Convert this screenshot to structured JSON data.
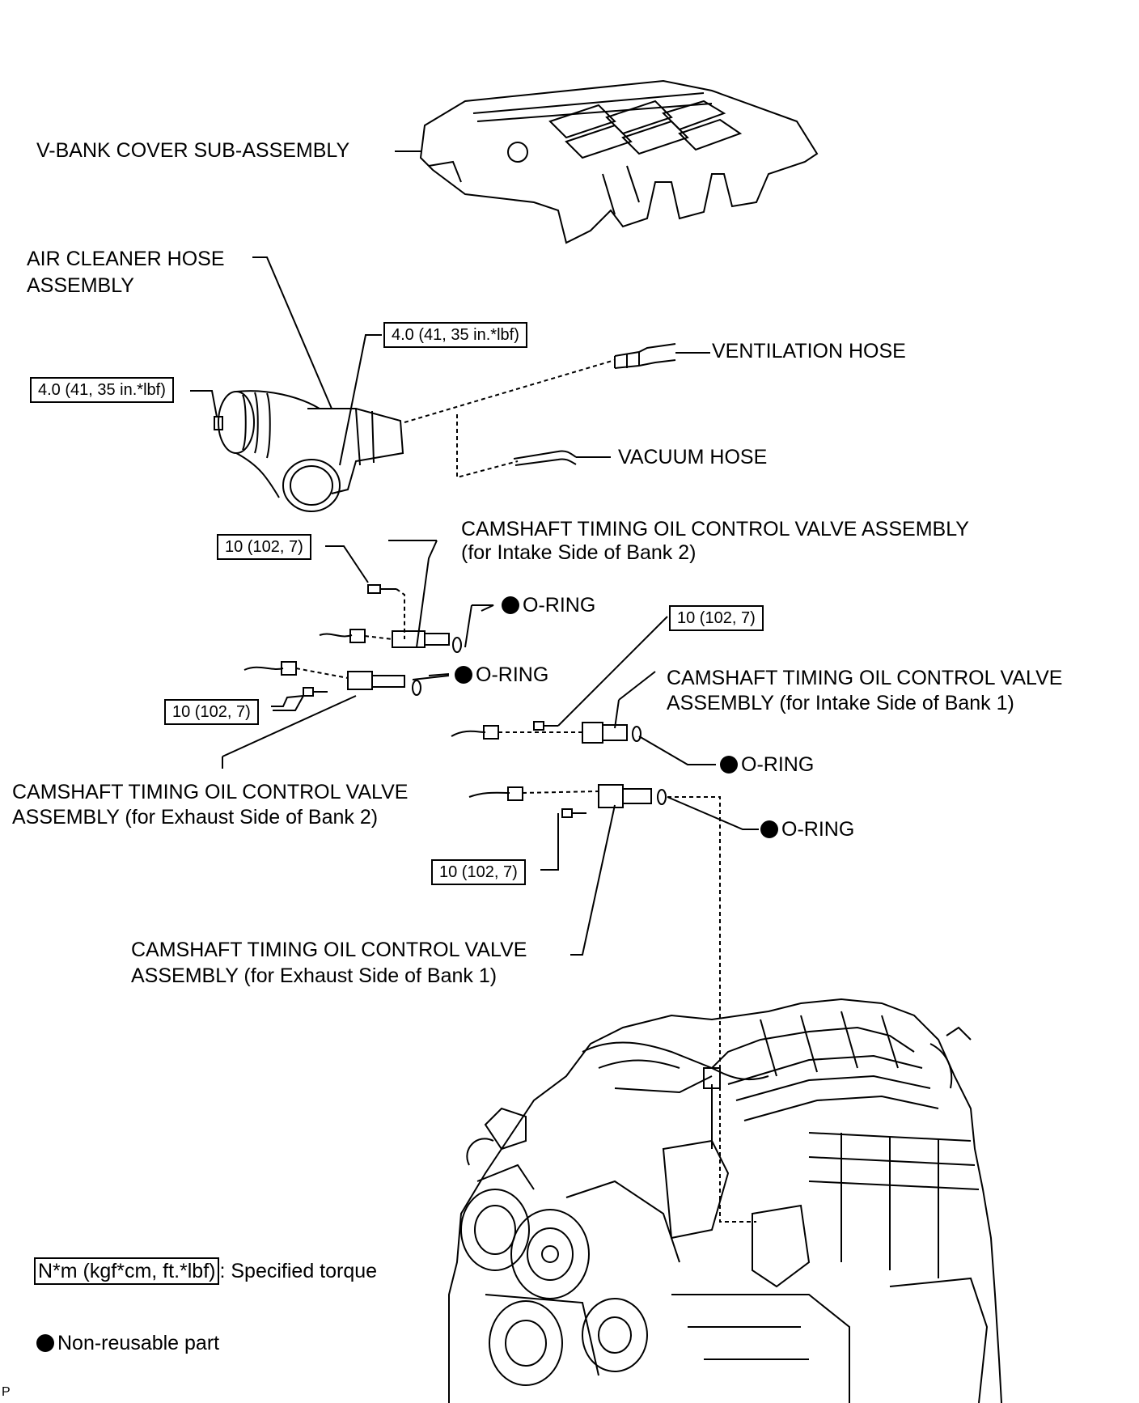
{
  "labels": {
    "vbank_cover": "V-BANK COVER SUB-ASSEMBLY",
    "air_cleaner_1": "AIR CLEANER HOSE",
    "air_cleaner_2": "ASSEMBLY",
    "ventilation_hose": "VENTILATION HOSE",
    "vacuum_hose": "VACUUM HOSE",
    "ocv_intake_b2_1": "CAMSHAFT TIMING OIL CONTROL VALVE ASSEMBLY",
    "ocv_intake_b2_2": "(for Intake Side of Bank 2)",
    "ocv_intake_b1_1": "CAMSHAFT TIMING OIL CONTROL VALVE",
    "ocv_intake_b1_2": "ASSEMBLY  (for Intake Side of Bank 1)",
    "ocv_exhaust_b2_1": "CAMSHAFT TIMING OIL CONTROL VALVE",
    "ocv_exhaust_b2_2": "ASSEMBLY  (for Exhaust Side of Bank 2)",
    "ocv_exhaust_b1_1": "CAMSHAFT TIMING OIL CONTROL VALVE",
    "ocv_exhaust_b1_2": "ASSEMBLY  (for Exhaust Side of Bank 1)",
    "oring": "O-RING"
  },
  "torque": {
    "clamp": "4.0 (41, 35 in.*lbf)",
    "bolt": "10 (102,  7)"
  },
  "legend": {
    "torque_box": "N*m (kgf*cm, ft.*lbf)",
    "torque_text": ": Specified torque",
    "nonreusable_text": "Non-reusable part"
  },
  "corner_mark": "P"
}
